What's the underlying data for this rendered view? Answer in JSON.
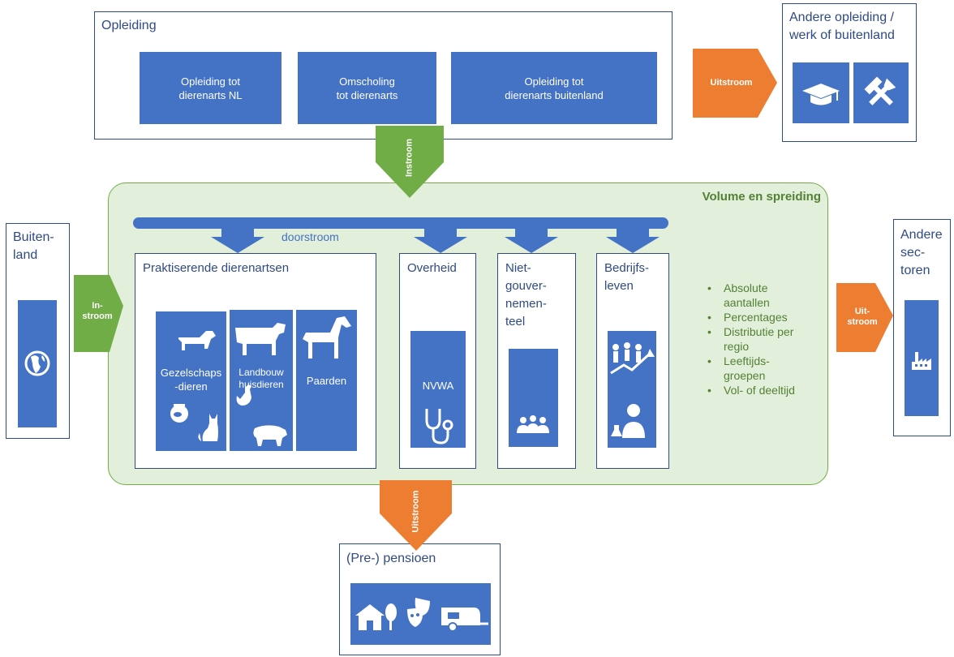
{
  "opleiding": {
    "title": "Opleiding",
    "boxes": [
      "Opleiding tot\ndierenarts NL",
      "Omscholing\ntot dierenarts",
      "Opleiding tot\ndierenarts buitenland"
    ]
  },
  "andere_opleiding": {
    "title": "Andere opleiding /\nwerk of buitenland"
  },
  "volume": {
    "title": "Volume en spreiding",
    "doorstroom": "doorstroom",
    "bullets": [
      "Absolute\naantallen",
      "Percentages",
      "Distributie per\nregio",
      "Leeftijds-\ngroepen",
      "Vol- of deeltijd"
    ]
  },
  "buitenland": {
    "title": "Buiten-\nland"
  },
  "andere_sectoren": {
    "title": "Andere\nsec-\ntoren"
  },
  "praktiserend": {
    "title": "Praktiserende dierenartsen",
    "gezelschap": "Gezelschaps\n-dieren",
    "landbouw": "Landbouw\nhuisdieren",
    "paarden": "Paarden"
  },
  "overheid": {
    "title": "Overheid",
    "nvwa": "NVWA"
  },
  "ngo": {
    "title": "Niet-\ngouver-\nnemen-\nteel"
  },
  "bedrijf": {
    "title": "Bedrijfs-\nleven"
  },
  "pensioen": {
    "title": "(Pre-) pensioen"
  },
  "arrows": {
    "uitstroom_top": "Uitstroom",
    "instroom_top": "Instroom",
    "instroom_left": "In-\nstroom",
    "uitstroom_right": "Uit-\nstroom",
    "uitstroom_bottom": "Uitstroom"
  },
  "colors": {
    "blue": "#4472c4",
    "orange": "#ed7d31",
    "green": "#70ad47",
    "panel": "#e2efda",
    "dark_green": "#538135"
  },
  "icons": [
    "graduation-cap-icon",
    "tools-icon",
    "globe-icon",
    "dog-icon",
    "fishbowl-icon",
    "cat-icon",
    "cow-icon",
    "rooster-icon",
    "pig-icon",
    "horse-icon",
    "stethoscope-icon",
    "audience-icon",
    "growth-icon",
    "scientist-icon",
    "factory-icon",
    "house-icon",
    "theater-masks-icon",
    "caravan-icon"
  ]
}
